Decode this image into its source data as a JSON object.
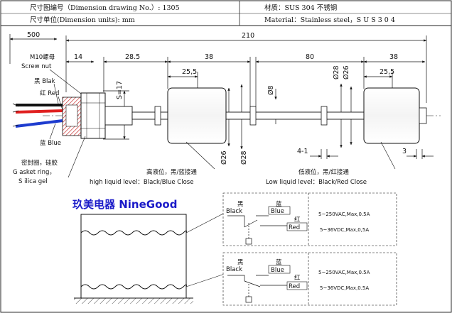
{
  "header": {
    "drawing_no": "尺寸图编号（Dimension drawing No.）: 1305",
    "units": "尺寸单位(Dimension units): mm",
    "material_cn": "材质：SUS 304 不锈钢",
    "material_en": "Material：Stainless steel，S U S 3 0 4"
  },
  "labels": {
    "screw_nut_cn": "M10螺母",
    "screw_nut_en": "Screw nut",
    "black": "黑  Blak",
    "red": "红  Red",
    "blue": "蓝  Blue",
    "gasket_cn": "密封圈，硅胶",
    "gasket_en": "G asket ring，",
    "silica": "S ilica gel",
    "high_cn": "高液位，黑/蓝接通",
    "high_en": "high liquid level：Black/Blue Close",
    "low_cn": "低液位，黑/红接通",
    "low_en": "Low liquid level：Black/Red Close"
  },
  "dims": {
    "d500": "500",
    "d210": "210",
    "d14": "14",
    "d28_5": "28.5",
    "d38a": "38",
    "d80": "80",
    "d38b": "38",
    "d25_5a": "25,5",
    "d25_5b": "25,5",
    "s17": "S=17",
    "o8": "Ø8",
    "o26a": "Ø26",
    "o28a": "Ø28",
    "o28b": "Ø28",
    "o26b": "Ø26",
    "d4_1": "4-1",
    "d3": "3"
  },
  "brand": "玖美电器 NineGood",
  "switch1": {
    "black_cn": "黑",
    "black_en": "Black",
    "blue_cn": "蓝",
    "blue_en": "Blue",
    "red_cn": "红",
    "red_en": "Red",
    "spec_ac": "5~250VAC,Max,0.5A",
    "spec_dc": "5~36VDC,Max,0,5A"
  },
  "switch2": {
    "black_cn": "黑",
    "black_en": "Black",
    "blue_cn": "蓝",
    "blue_en": "Blue",
    "red_cn": "红",
    "red_en": "Red",
    "spec_ac": "5~250VAC,Max,0.5A",
    "spec_dc": "5~36VDC,Max,0.5A"
  },
  "colors": {
    "red_wire": "#e02020",
    "blue_wire": "#1e3ccf",
    "brand": "#1a1ac8"
  }
}
